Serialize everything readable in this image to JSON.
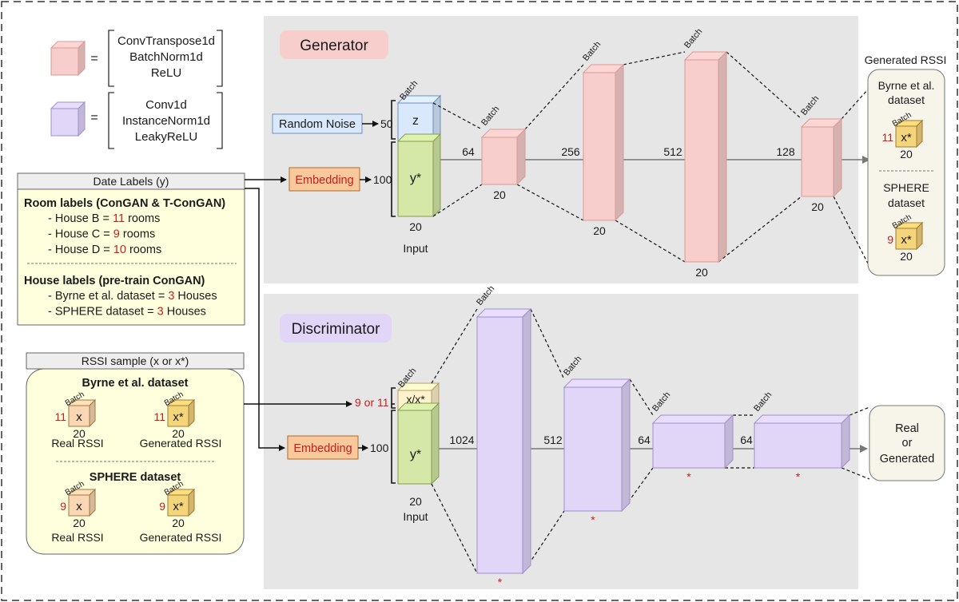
{
  "legend": {
    "pink_block": {
      "lines": [
        "ConvTranspose1d",
        "BatchNorm1d",
        "ReLU"
      ]
    },
    "purple_block": {
      "lines": [
        "Conv1d",
        "InstanceNorm1d",
        "LeakyReLU"
      ]
    },
    "equals": "="
  },
  "generator": {
    "title": "Generator",
    "random_noise": "Random Noise",
    "noise_dim": "50",
    "z_label": "z",
    "embedding": "Embedding",
    "embed_dim": "100",
    "y_label": "y*",
    "batch": "Batch",
    "input_width": "20",
    "input_label": "Input",
    "layers": [
      {
        "channels": "64",
        "width": "20"
      },
      {
        "channels": "256",
        "width": "20"
      },
      {
        "channels": "512",
        "width": "20"
      },
      {
        "channels": "128",
        "width": "20"
      }
    ],
    "output_title": "Generated RSSI",
    "output_byrne": [
      "Byrne et al.",
      "dataset"
    ],
    "output_byrne_h": "11",
    "output_sphere": [
      "SPHERE",
      "dataset"
    ],
    "output_sphere_h": "9",
    "x_star": "x*",
    "w20": "20"
  },
  "discriminator": {
    "title": "Discriminator",
    "x_label": "x/x*",
    "x_dim": "9 or 11",
    "embedding": "Embedding",
    "embed_dim": "100",
    "y_label": "y*",
    "batch": "Batch",
    "input_width": "20",
    "input_label": "Input",
    "layers": [
      {
        "channels": "1024"
      },
      {
        "channels": "512"
      },
      {
        "channels": "64"
      },
      {
        "channels": "64"
      }
    ],
    "star": "*",
    "output": [
      "Real",
      "or",
      "Generated"
    ]
  },
  "labels_panel": {
    "header": "Date Labels (y)",
    "room_title": "Room labels (ConGAN & T-ConGAN)",
    "rooms": [
      {
        "pre": "- House B = ",
        "num": "11",
        "post": " rooms"
      },
      {
        "pre": "- House C = ",
        "num": "9",
        "post": " rooms"
      },
      {
        "pre": "- House D = ",
        "num": "10",
        "post": " rooms"
      }
    ],
    "house_title": "House labels (pre-train ConGAN)",
    "houses": [
      {
        "pre": "- Byrne et al. dataset = ",
        "num": "3",
        "post": " Houses"
      },
      {
        "pre": "- SPHERE dataset = ",
        "num": "3",
        "post": " Houses"
      }
    ]
  },
  "rssi_panel": {
    "header": "RSSI sample (x or x*)",
    "byrne_title": "Byrne et al. dataset",
    "sphere_title": "SPHERE dataset",
    "real": "Real RSSI",
    "generated": "Generated RSSI",
    "x": "x",
    "x_star": "x*",
    "batch": "Batch",
    "w20": "20",
    "byrne_h": "11",
    "sphere_h": "9"
  },
  "colors": {
    "pink": "#f8cecc",
    "pink_stroke": "#d99a97",
    "purple": "#e1d5f8",
    "purple_stroke": "#a08fce",
    "blue": "#dae8fc",
    "green": "#d5e8a8",
    "cream": "#fff2cc",
    "orange": "#f9c89b",
    "gold": "#f5d57a",
    "peach": "#f9d7b5",
    "panel": "#e6e6e6",
    "label_box": "#ffffdd"
  }
}
